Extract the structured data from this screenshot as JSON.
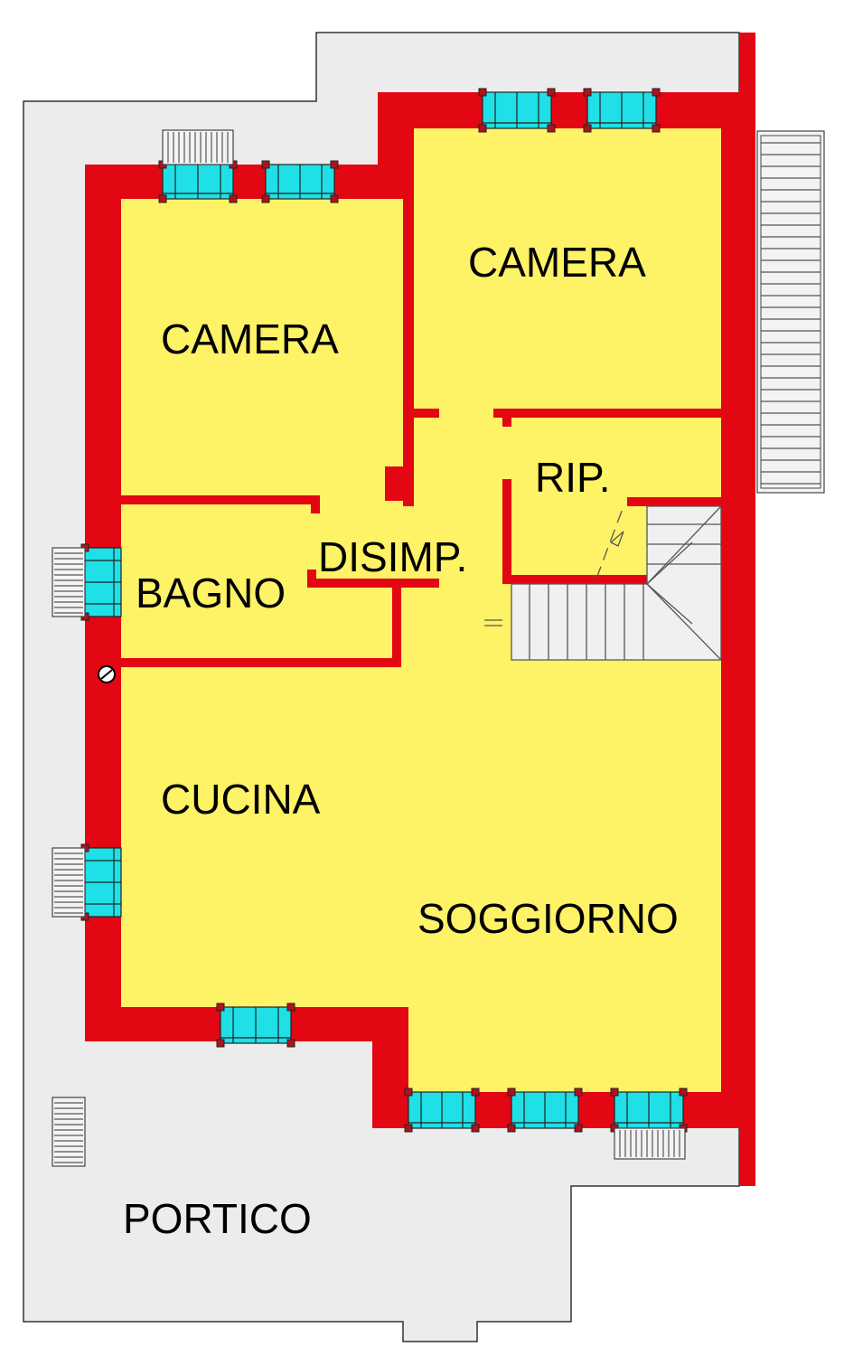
{
  "floorplan": {
    "rooms": [
      {
        "key": "camera_left",
        "label": "CAMERA"
      },
      {
        "key": "camera_right",
        "label": "CAMERA"
      },
      {
        "key": "rip",
        "label": "RIP."
      },
      {
        "key": "disimp",
        "label": "DISIMP."
      },
      {
        "key": "bagno",
        "label": "BAGNO"
      },
      {
        "key": "cucina",
        "label": "CUCINA"
      },
      {
        "key": "soggiorno",
        "label": "SOGGIORNO"
      },
      {
        "key": "portico",
        "label": "PORTICO"
      }
    ],
    "colors": {
      "wall": "#e30613",
      "floor": "#fef266",
      "window_glass": "#1fe0e6",
      "outdoor": "#ececec"
    }
  }
}
